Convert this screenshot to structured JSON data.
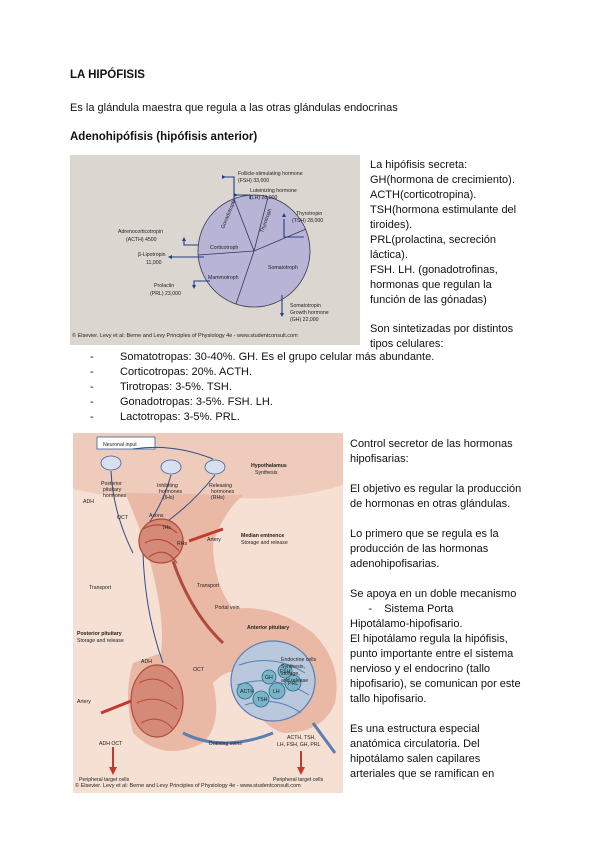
{
  "title": "LA HIPÓFISIS",
  "intro": "Es la glándula maestra que regula a las otras glándulas endocrinas",
  "section_heading": "Adenohipófisis (hipófisis anterior)",
  "secreta_lines": [
    "La hipófisis secreta:",
    "GH(hormona de crecimiento).",
    "ACTH(corticotropina).",
    "TSH(hormona estimulante del",
    "tiroides).",
    "PRL(prolactina, secreción",
    "láctica).",
    "FSH. LH. (gonadotrofinas,",
    "hormonas que regulan la",
    "función de las gónadas)"
  ],
  "sintetizadas_lines": [
    "Son sintetizadas por distintos",
    "tipos celulares:"
  ],
  "cell_types": [
    "Somatotropas: 30-40%. GH. Es el grupo celular más abundante.",
    "Corticotropas: 20%. ACTH.",
    "Tirotropas: 3-5%. TSH.",
    "Gonadotropas: 3-5%. FSH. LH.",
    "Lactotropas: 3-5%. PRL."
  ],
  "control_lines": [
    "Control secretor de las hormonas",
    "hipofisarias:",
    "",
    "El objetivo es regular la producción",
    "de hormonas en otras glándulas.",
    "",
    "Lo primero que se regula es la",
    "producción de las hormonas",
    "adenohipofisarias.",
    "",
    "Se apoya en un doble mecanismo",
    "      -    Sistema Porta",
    "Hipotálamo-hipofisario.",
    "El hipotálamo regula la hipófisis,",
    "punto importante entre el sistema",
    "nervioso y el endocrino (tallo",
    "hipofisario), se comunican por este",
    "tallo hipofisario.",
    "",
    "Es una estructura especial",
    "anatómica circulatoria. Del",
    "hipotálamo salen capilares",
    "arteriales que se ramifican en"
  ],
  "figure1": {
    "caption": "© Elsevier. Levy et al: Berne and Levy Principles of Physiology 4e - www.studentconsult.com",
    "slices": [
      "Gonadotroph",
      "Thyrotroph",
      "Somatotroph",
      "Mammotroph",
      "Corticotroph"
    ],
    "fsh": [
      "Follicle-stimulating hormone",
      "(FSH) 33,000"
    ],
    "lh": [
      "Luteinizing hormone",
      "(LH) 28,000"
    ],
    "tsh": [
      "Thyrotropin",
      "(TSH) 28,000"
    ],
    "acth": [
      "Adrenocorticotropin",
      "(ACTH) 4500"
    ],
    "lipo": [
      "β-Lipotropin",
      "11,000"
    ],
    "prl": [
      "Prolactin",
      "(PRL) 23,000"
    ],
    "gh": [
      "Somatotropin",
      "Growth hormone",
      "(GH) 22,000"
    ],
    "colors": {
      "pie": "#b8b4d6",
      "bg": "#dcd6d0"
    }
  },
  "figure2": {
    "caption": "© Elsevier. Levy et al: Berne and Levy Principles of Physiology 4e - www.studentconsult.com",
    "neuronal_input": "Neuronal input",
    "labels": {
      "posterior_hormones": [
        "Posterior",
        "pituitary",
        "hormones"
      ],
      "inhibiting": [
        "Inhibiting",
        "hormones",
        "(IHs)"
      ],
      "releasing": [
        "Releasing",
        "hormones",
        "(RHs)"
      ],
      "hypothalamus": [
        "Hypothalamus",
        "Synthesis"
      ],
      "adh": "ADH",
      "oct": "OCT",
      "axons": "Axons",
      "ihs": "IHs",
      "rhs": "RHs",
      "artery": "Artery",
      "median": [
        "Median eminence",
        "Storage and release"
      ],
      "transport": "Transport",
      "transport2": "Transport",
      "portal": "Portal vein",
      "anterior": "Anterior pituitary",
      "posterior": [
        "Posterior pituitary",
        "Storage and release"
      ],
      "adh2": "ADH",
      "oct2": "OCT",
      "artery2": "Artery",
      "endocrine": [
        "Endocrine cells",
        "Synthesis,",
        "storage,",
        "and release"
      ],
      "cells": [
        "GH",
        "TSH",
        "LH",
        "FSH",
        "PRL",
        "ACTH"
      ],
      "draining": "Draining veins",
      "outputs_right": [
        "ACTH, TSH,",
        "LH, FSH, GH, PRL"
      ],
      "outputs_left": "ADH  OCT",
      "peripheral_left": "Peripheral target cells",
      "peripheral_right": "Peripheral target cells"
    },
    "colors": {
      "bg": "#f6dfd3",
      "vessel": "#c45a48",
      "vein": "#5a7fb2",
      "cell": "#7ab4c8",
      "tissue": "#e9b9a6"
    }
  }
}
